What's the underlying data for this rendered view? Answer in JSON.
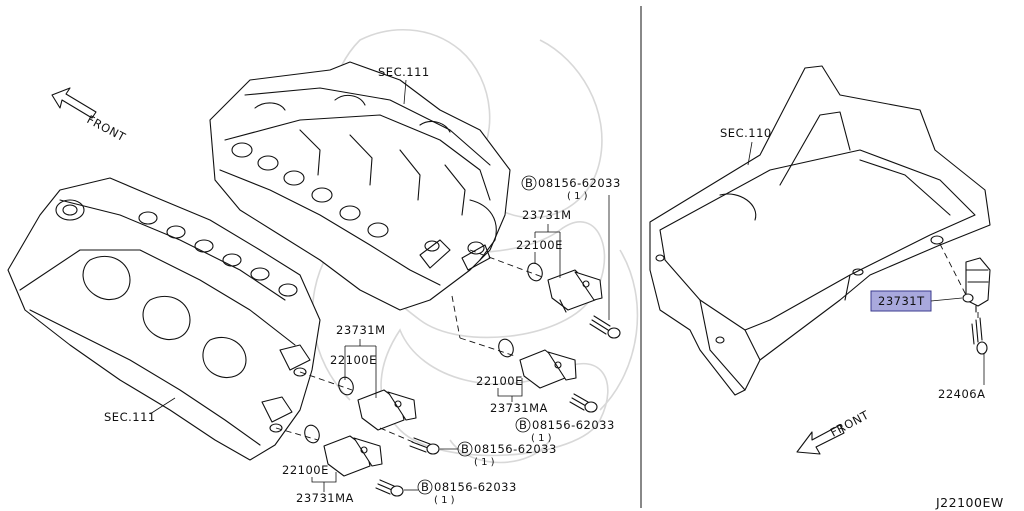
{
  "diagram": {
    "left_panel": {
      "front_label": "FRONT",
      "sec_labels": [
        "SEC.111",
        "SEC.111"
      ],
      "parts": {
        "upper_m": "23731M",
        "upper_e": "22100E",
        "upper_bolt": "08156-62033",
        "upper_bolt_qty": "( 1 )",
        "mid_e": "22100E",
        "mid_ma": "23731MA",
        "mid_bolt": "08156-62033",
        "mid_bolt_qty": "( 1 )",
        "lower_m": "23731M",
        "lower_e": "22100E",
        "lower_bolt": "08156-62033",
        "lower_bolt_qty": "( 1 )",
        "bottom_e": "22100E",
        "bottom_ma": "23731MA",
        "bottom_bolt": "08156-62033",
        "bottom_bolt_qty": "( 1 )"
      },
      "bolt_marker": "B"
    },
    "right_panel": {
      "sec_label": "SEC.110",
      "highlighted_part": "23731T",
      "bolt_part": "22406A",
      "front_label": "FRONT"
    },
    "drawing_code": "J22100EW",
    "highlight_color": "#a9a9dd"
  }
}
